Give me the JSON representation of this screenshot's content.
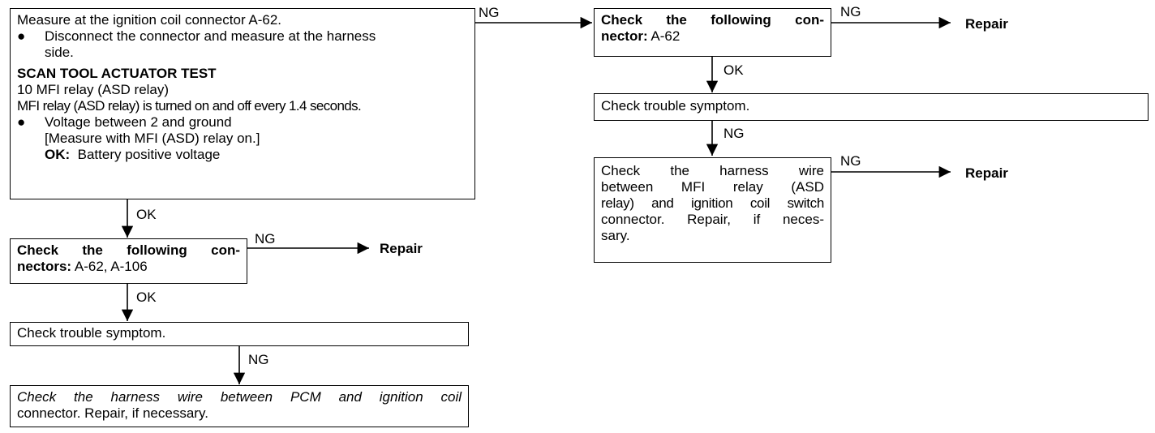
{
  "main_box": {
    "line1": "Measure at the ignition coil connector A-62.",
    "bullet1a": "Disconnect the connector and measure at the harness",
    "bullet1b": "side.",
    "scan_heading": "SCAN TOOL ACTUATOR TEST",
    "relay_line": "10 MFI relay (ASD relay)",
    "toggle_line": "MFI relay (ASD relay) is turned on and off every 1.4 seconds.",
    "bullet2a": "Voltage between 2 and ground",
    "bullet2b": "[Measure with MFI (ASD) relay on.]",
    "ok_label": "OK:",
    "ok_value": "Battery positive voltage",
    "bullet_char": "●"
  },
  "left_flow": {
    "ok1": "OK",
    "check_conn_bold": "Check the following con-",
    "check_conn_line2_bold": "nectors:",
    "check_conn_line2_rest": "A-62, A-106",
    "ng1": "NG",
    "repair1": "Repair",
    "ok2": "OK",
    "trouble": "Check trouble symptom.",
    "ng2": "NG",
    "harness_line1": "Check the harness wire between PCM and ignition coil",
    "harness_line2": "connector. Repair, if necessary."
  },
  "top_link": {
    "ng": "NG"
  },
  "right_flow": {
    "check_conn_line1": "Check the following con-",
    "check_conn_line2_bold": "nector:",
    "check_conn_line2_rest": "A-62",
    "ng1": "NG",
    "repair1": "Repair",
    "ok1": "OK",
    "trouble": "Check trouble symptom.",
    "ng2": "NG",
    "harness_l1": "Check the harness wire",
    "harness_l2": "between MFI relay (ASD",
    "harness_l3": "relay) and ignition coil switch",
    "harness_l4": "connector. Repair, if neces-",
    "harness_l5": "sary.",
    "ng3": "NG",
    "repair2": "Repair"
  }
}
